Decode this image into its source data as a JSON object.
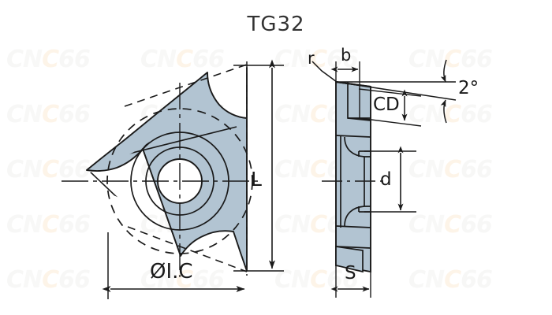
{
  "drawing": {
    "title": "TG32",
    "type": "engineering-drawing",
    "subject": "indexable triangular cutting insert",
    "views": [
      {
        "name": "front-view",
        "position": "left",
        "description": "triangular insert face with central bore and inscribed circle"
      },
      {
        "name": "side-view",
        "position": "right",
        "description": "side profile showing thickness and countersunk bore"
      }
    ]
  },
  "labels": {
    "overall_length": "L",
    "inscribed_circle": "ØI.C",
    "corner_radius": "r",
    "width_b": "b",
    "chip_depth": "CD",
    "bore_diameter": "d",
    "thickness": "S",
    "rake_angle": "2°"
  },
  "colors": {
    "body_fill": "#b2c4d2",
    "line": "#1a1a1a",
    "background": "#ffffff",
    "title_text": "#333333",
    "watermark": "#f7f7f5",
    "watermark_accent": "#fdf4e8"
  },
  "watermark": {
    "text": "CNC66",
    "part_c1": "C",
    "part_n": "N",
    "part_c2": "C",
    "part_66": "66",
    "repeat_columns": 4,
    "repeat_rows": 5
  }
}
